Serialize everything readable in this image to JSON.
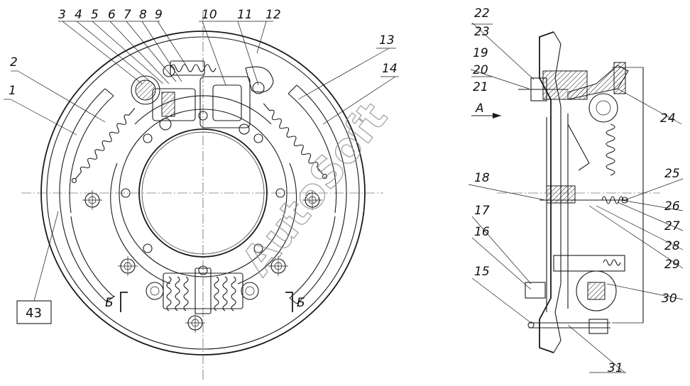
{
  "watermark": "AutoSoft",
  "section_label": "Б",
  "view_label": "А",
  "box_callout": "43",
  "callouts": [
    "1",
    "2",
    "3",
    "4",
    "5",
    "6",
    "7",
    "8",
    "9",
    "10",
    "11",
    "12",
    "13",
    "14",
    "15",
    "16",
    "17",
    "18",
    "19",
    "20",
    "21",
    "22",
    "23",
    "24",
    "25",
    "26",
    "27",
    "28",
    "29",
    "30",
    "31"
  ]
}
